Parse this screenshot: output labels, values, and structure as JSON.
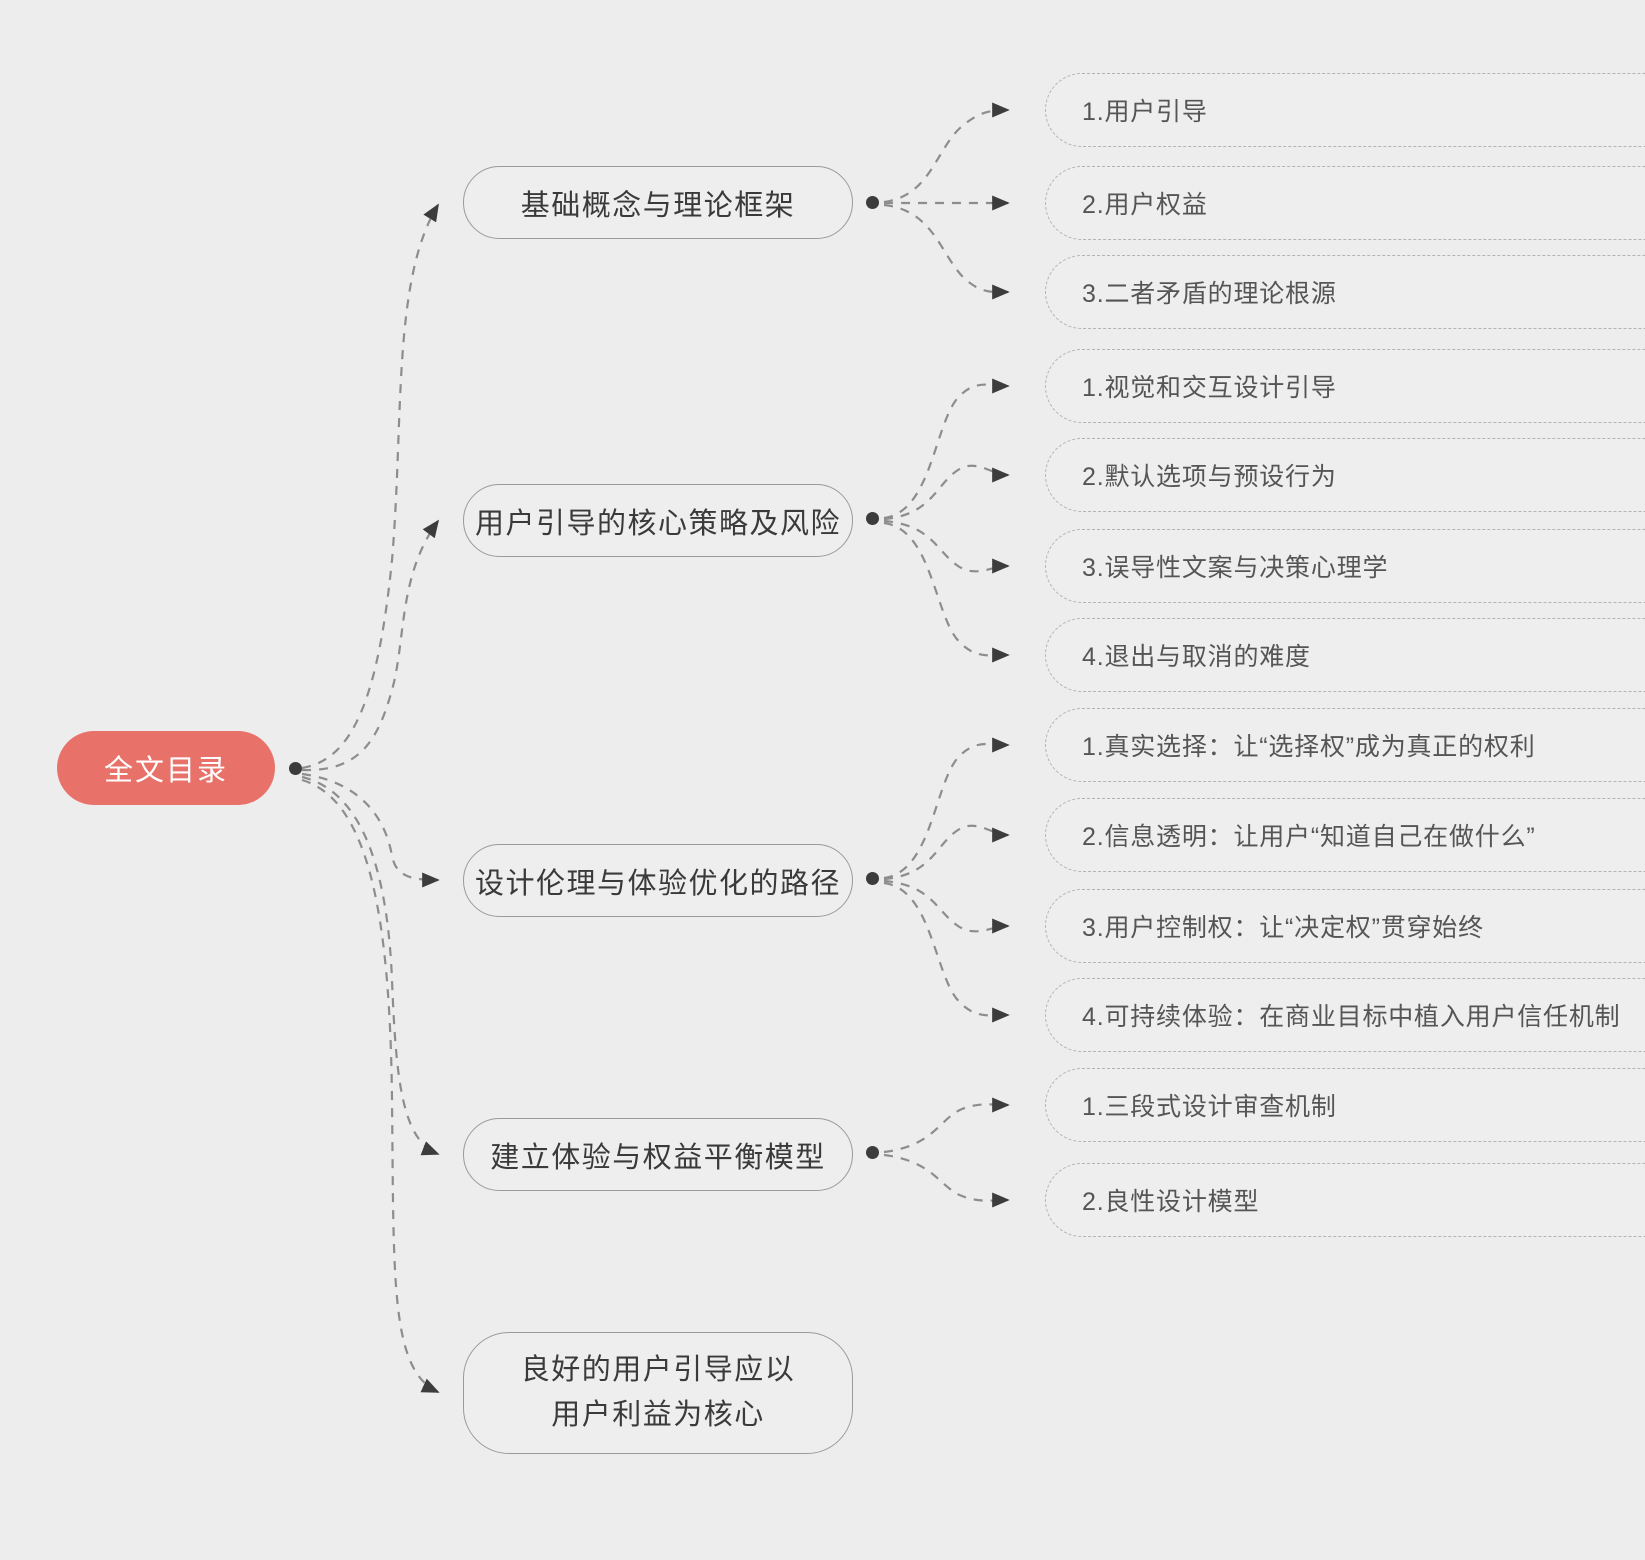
{
  "theme": {
    "background_color": "#ededed",
    "root_color": "#e8726a",
    "root_text_color": "#ffffff",
    "branch_border_color": "#9a9a9a",
    "branch_text_color": "#3a3a3a",
    "leaf_border_color": "#b3b3b3",
    "leaf_text_color": "#555555",
    "connector_dot_color": "#3c3c3c"
  },
  "mindmap": {
    "root": {
      "label": "全文目录"
    },
    "branches": [
      {
        "label": "基础概念与理论框架",
        "children": [
          {
            "label": "1.用户引导"
          },
          {
            "label": "2.用户权益"
          },
          {
            "label": "3.二者矛盾的理论根源"
          }
        ]
      },
      {
        "label": "用户引导的核心策略及风险",
        "children": [
          {
            "label": "1.视觉和交互设计引导"
          },
          {
            "label": "2.默认选项与预设行为"
          },
          {
            "label": "3.误导性文案与决策心理学"
          },
          {
            "label": "4.退出与取消的难度"
          }
        ]
      },
      {
        "label": "设计伦理与体验优化的路径",
        "children": [
          {
            "label": "1.真实选择：让“选择权”成为真正的权利"
          },
          {
            "label": "2.信息透明：让用户“知道自己在做什么”"
          },
          {
            "label": "3.用户控制权：让“决定权”贯穿始终"
          },
          {
            "label": "4.可持续体验：在商业目标中植入用户信任机制"
          }
        ]
      },
      {
        "label": "建立体验与权益平衡模型",
        "children": [
          {
            "label": "1.三段式设计审查机制"
          },
          {
            "label": "2.良性设计模型"
          }
        ]
      },
      {
        "label_line1": "良好的用户引导应以",
        "label_line2": "用户利益为核心",
        "children": []
      }
    ]
  }
}
